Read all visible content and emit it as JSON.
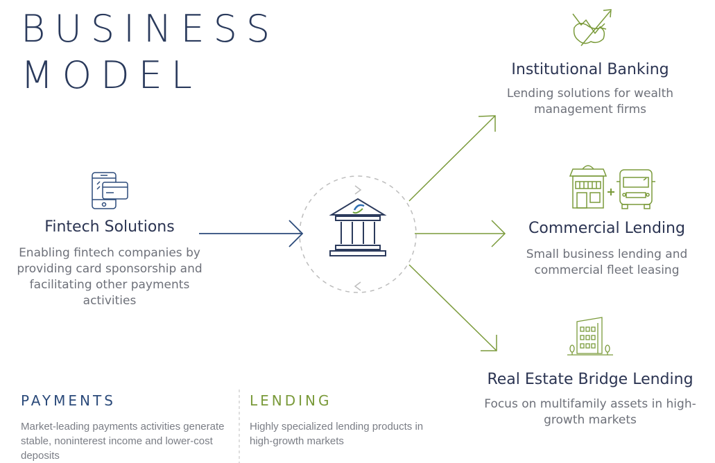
{
  "title": {
    "line1": "BUSINESS",
    "line2": "MODEL"
  },
  "fintech": {
    "title": "Fintech Solutions",
    "description": "Enabling fintech companies by providing card sponsorship and facilitating other payments activities"
  },
  "institutional": {
    "title": "Institutional Banking",
    "description": "Lending solutions for wealth management firms"
  },
  "commercial": {
    "title": "Commercial Lending",
    "description": "Small business lending and commercial fleet leasing"
  },
  "real_estate": {
    "title": "Real Estate Bridge Lending",
    "description": "Focus on multifamily assets in high-growth markets"
  },
  "payments": {
    "heading": "PAYMENTS",
    "text": "Market-leading payments activities generate stable, noninterest income and lower-cost deposits"
  },
  "lending": {
    "heading": "LENDING",
    "text": "Highly specialized lending products in high-growth markets"
  },
  "colors": {
    "navy": "#2b4a7a",
    "green": "#7a9a3a",
    "gray": "#b3b3b3"
  },
  "icons": [
    "smartphone-card-icon",
    "bank-building-icon",
    "bull-chart-icon",
    "storefront-icon",
    "plus-icon",
    "van-icon",
    "apartment-building-icon"
  ]
}
